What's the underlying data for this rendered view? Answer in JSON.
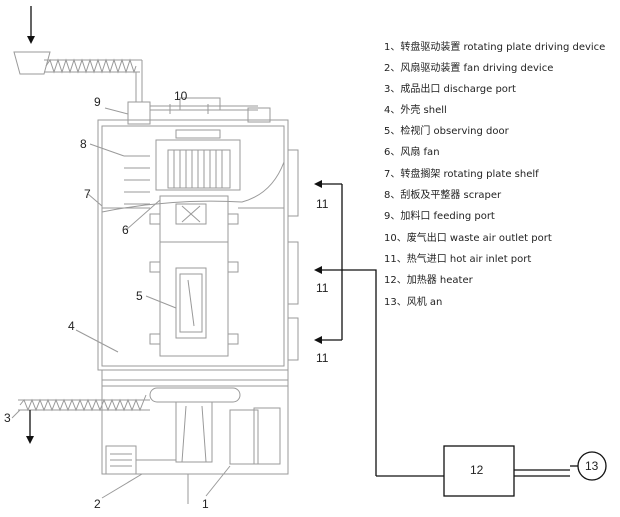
{
  "legend": [
    "1、转盘驱动装置  rotating plate driving device",
    "2、风扇驱动装置  fan driving device",
    "3、成品出口 discharge port",
    "4、外壳 shell",
    "5、检视门 observing door",
    "6、风扇 fan",
    "7、转盘搁架 rotating plate shelf",
    "8、刮板及平整器 scraper",
    "9、加料口 feeding port",
    "10、废气出口 waste air outlet port",
    "11、热气进口 hot air inlet port",
    "12、加热器 heater",
    "13、风机 an"
  ],
  "labels": {
    "l1": "1",
    "l2": "2",
    "l3": "3",
    "l4": "4",
    "l5": "5",
    "l6": "6",
    "l7": "7",
    "l8": "8",
    "l9": "9",
    "l10": "10",
    "l11a": "11",
    "l11b": "11",
    "l11c": "11",
    "l12": "12",
    "l13": "13"
  }
}
